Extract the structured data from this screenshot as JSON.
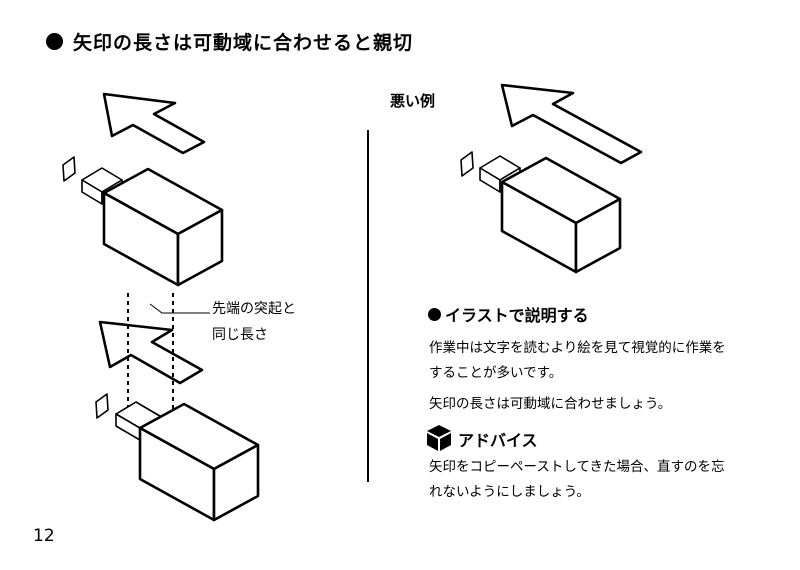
{
  "heading": {
    "title": "矢印の長さは可動域に合わせると親切"
  },
  "bad_example": {
    "label": "悪い例"
  },
  "callout": {
    "line1": "先端の突起と",
    "line2": "同じ長さ"
  },
  "explain": {
    "title": "イラストで説明する",
    "paragraph1_line1": "作業中は文字を読むより絵を見て視覚的に作業を",
    "paragraph1_line2": "することが多いです。",
    "paragraph2": "矢印の長さは可動域に合わせましょう。"
  },
  "advice": {
    "title": "アドバイス",
    "icon": "cube-icon",
    "line1": "矢印をコピーペーストしてきた場合、直すのを忘",
    "line2": "れないようにしましょう。"
  },
  "page": {
    "number": "12"
  }
}
